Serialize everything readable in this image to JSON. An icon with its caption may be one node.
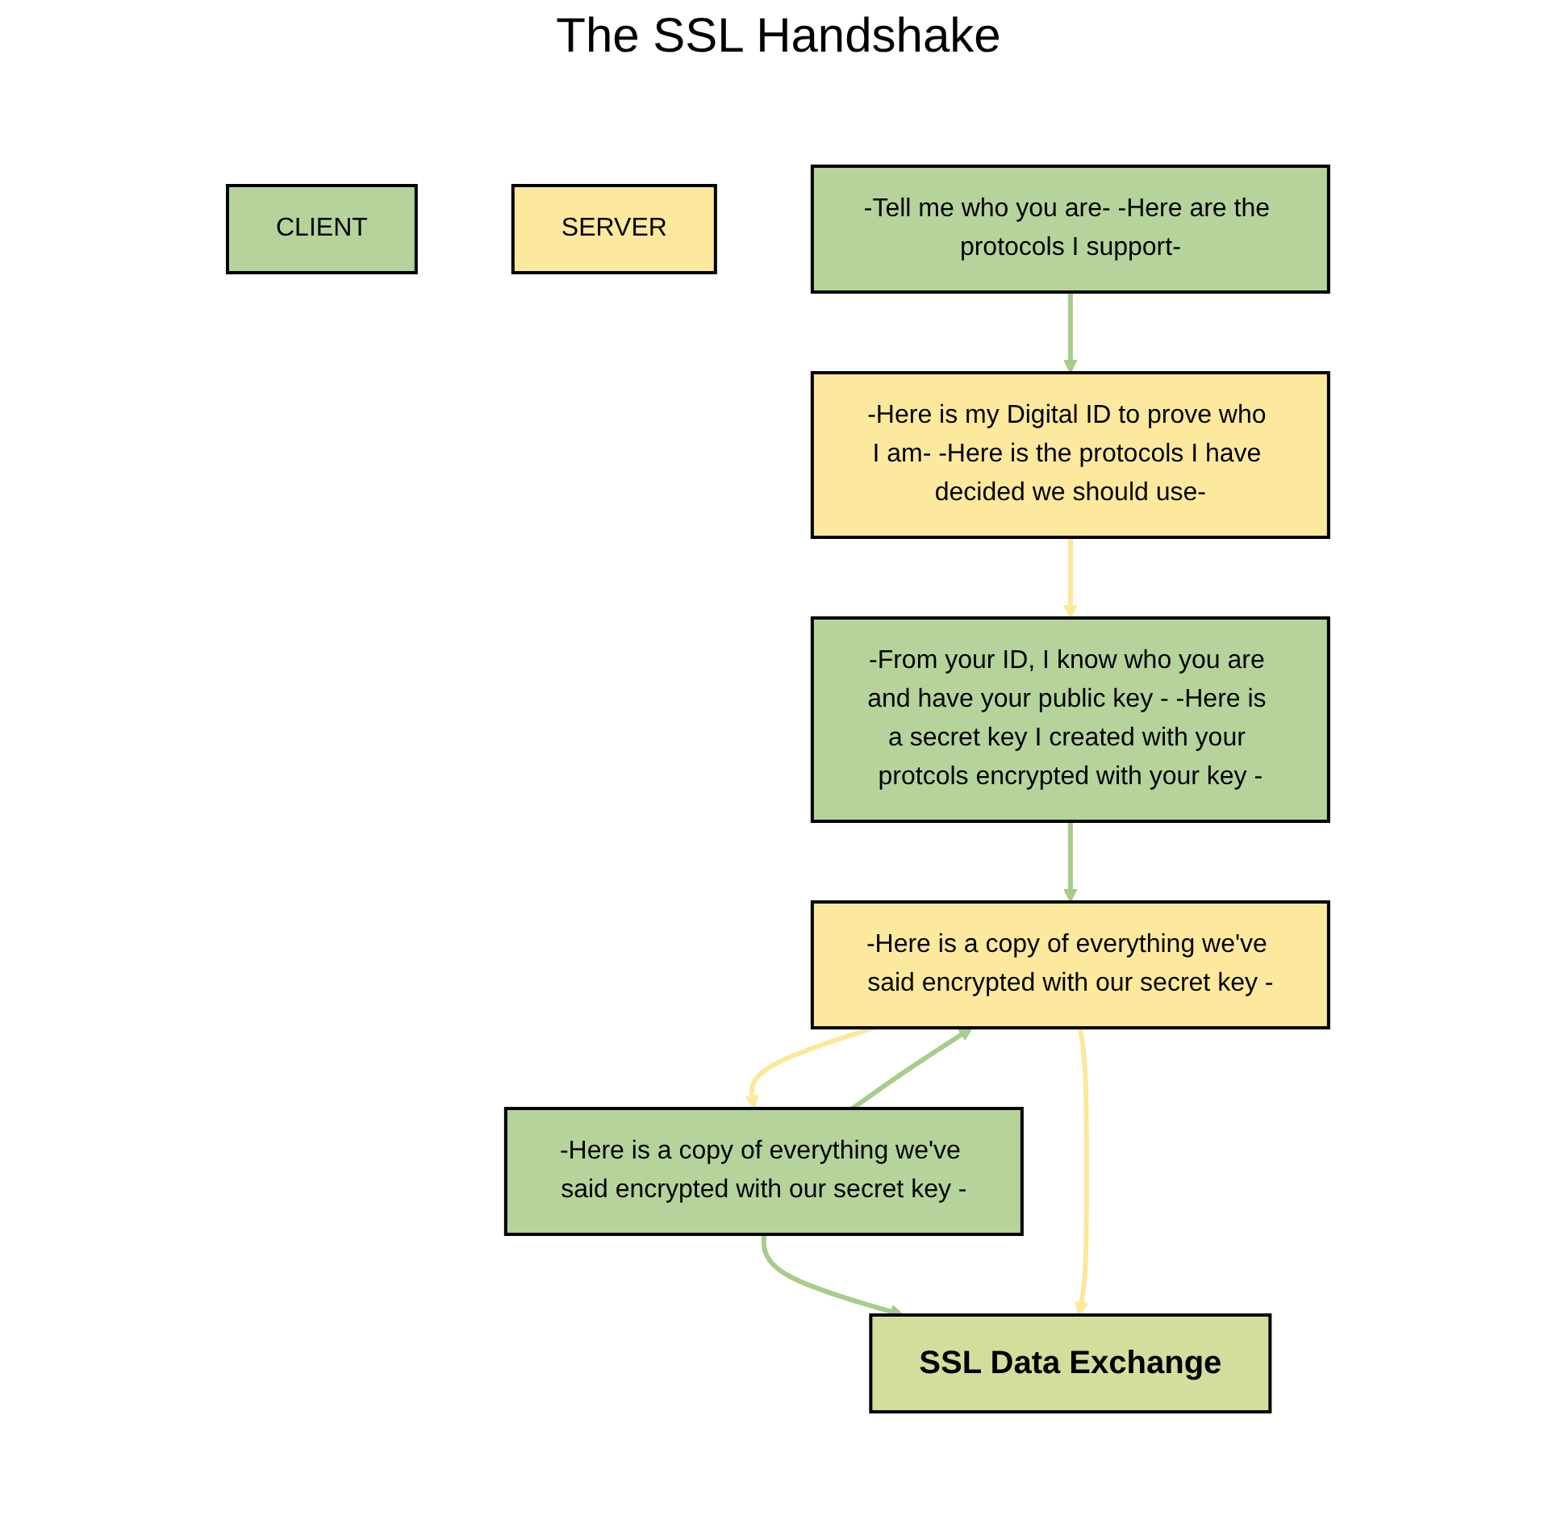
{
  "diagram": {
    "title": "The SSL Handshake",
    "nodes": [
      {
        "text": [
          "CLIENT"
        ]
      },
      {
        "text": [
          "SERVER"
        ]
      },
      {
        "text": [
          "-Tell me who you are- -Here are the protocols I support-"
        ]
      },
      {
        "text": [
          "-Here is my Digital ID to prove who I am- -Here is the protocols I have decided we should use-"
        ]
      },
      {
        "text": [
          "-From your ID, I know who you are and have your public key - -Here is a secret key I created with your protcols encrypted with your key -"
        ]
      },
      {
        "text": [
          "-Here is a copy of everything we've said encrypted with our secret key -"
        ]
      },
      {
        "text": [
          "-Here is a copy of everything we've said encrypted with our secret key -"
        ]
      },
      {
        "text": [
          "SSL Data Exchange"
        ]
      }
    ],
    "edges": [
      {
        "from": 2,
        "to": 3,
        "arrow": "to"
      },
      {
        "from": 3,
        "to": 4,
        "arrow": "to",
        "color": "#fbe89a"
      },
      {
        "from": 4,
        "to": 5,
        "arrow": "to"
      },
      {
        "from": 5,
        "to": 6,
        "arrow": "to",
        "color": "#fbe89a"
      },
      {
        "from": 6,
        "to": 5,
        "arrow": "to"
      },
      {
        "from": 6,
        "to": 7,
        "arrow": "to"
      },
      {
        "from": 5,
        "to": 7,
        "arrow": "to",
        "color": "#fbe89a"
      }
    ]
  }
}
